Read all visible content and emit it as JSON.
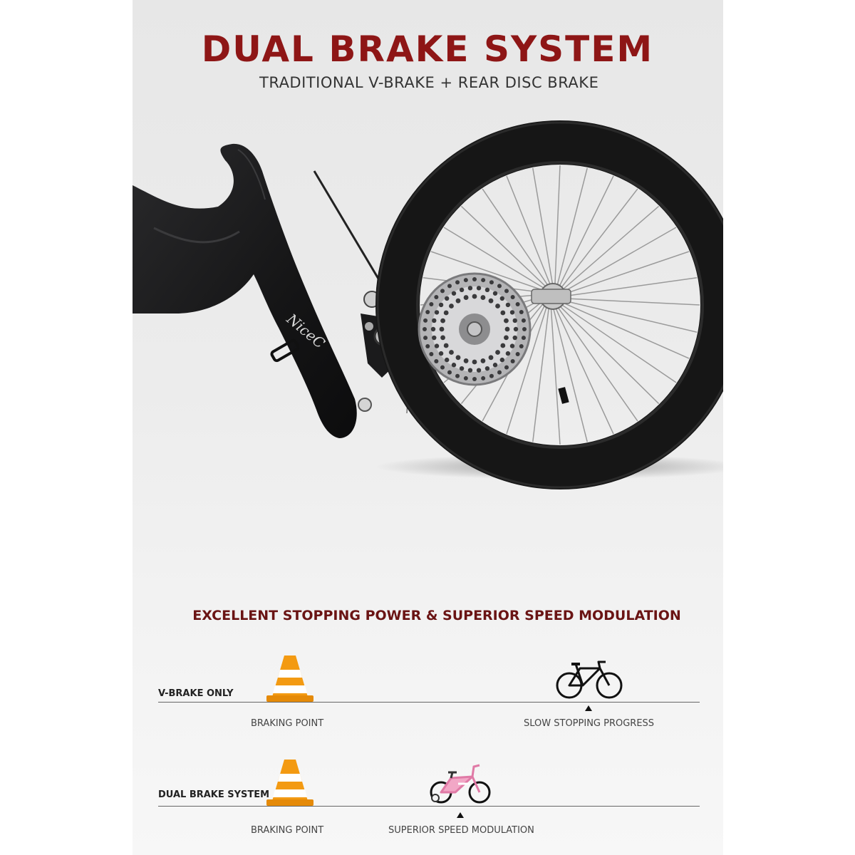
{
  "header": {
    "title": "DUAL BRAKE SYSTEM",
    "subtitle": "TRADITIONAL V-BRAKE + REAR DISC BRAKE"
  },
  "frame": {
    "brand_text": "NiceC"
  },
  "comparison": {
    "headline": "EXCELLENT STOPPING POWER & SUPERIOR SPEED MODULATION",
    "rows": [
      {
        "label": "V-BRAKE ONLY",
        "start_caption": "BRAKING POINT",
        "end_caption": "SLOW STOPPING PROGRESS",
        "start_icon": "traffic-cone-icon",
        "end_icon": "bicycle-outline-icon"
      },
      {
        "label": "DUAL BRAKE SYSTEM",
        "start_caption": "BRAKING POINT",
        "end_caption": "SUPERIOR SPEED MODULATION",
        "start_icon": "traffic-cone-icon",
        "end_icon": "kids-bike-icon"
      }
    ]
  },
  "colors": {
    "title": "#8e1616",
    "headline": "#6a1414",
    "cone_orange": "#f39a12",
    "kids_bike_pink": "#f2a7c6"
  }
}
